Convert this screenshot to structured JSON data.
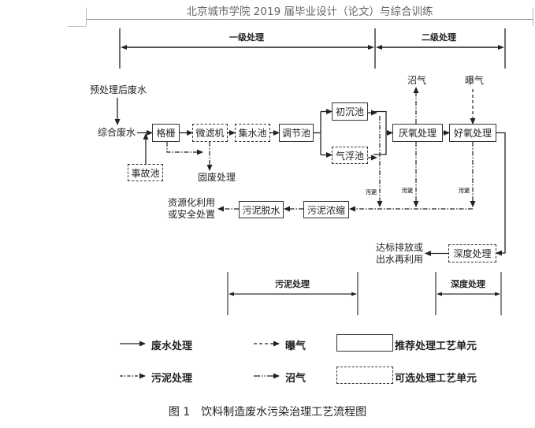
{
  "header": {
    "title": "北京城市学院 2019 届毕业设计（论文）与综合训练"
  },
  "stages": {
    "primary": "一级处理",
    "secondary": "二级处理",
    "sludge": "污泥处理",
    "advanced": "深度处理"
  },
  "labels": {
    "pretreated_wastewater": "预处理后废水",
    "combined_wastewater": "综合废水",
    "solid_waste": "固废处理",
    "biogas": "沼气",
    "aeration": "曝气",
    "sludge_tag": "污泥",
    "reuse_line1": "资源化利用",
    "reuse_line2": "或安全处置",
    "discharge_line1": "达标排放或",
    "discharge_line2": "出水再利用"
  },
  "units": {
    "grille": {
      "label": "格栅",
      "type": "recommended"
    },
    "microfilter": {
      "label": "微滤机",
      "type": "optional"
    },
    "collection_tank": {
      "label": "集水池",
      "type": "optional"
    },
    "equalization_tank": {
      "label": "调节池",
      "type": "recommended"
    },
    "primary_settling": {
      "label": "初沉池",
      "type": "recommended"
    },
    "air_flotation": {
      "label": "气浮池",
      "type": "optional"
    },
    "accident_tank": {
      "label": "事故池",
      "type": "optional"
    },
    "anaerobic": {
      "label": "厌氧处理",
      "type": "recommended"
    },
    "aerobic": {
      "label": "好氧处理",
      "type": "recommended"
    },
    "sludge_thickening": {
      "label": "污泥浓缩",
      "type": "recommended"
    },
    "sludge_dewatering": {
      "label": "污泥脱水",
      "type": "recommended"
    },
    "advanced_treatment": {
      "label": "深度处理",
      "type": "optional"
    }
  },
  "legend": {
    "wastewater": "废水处理",
    "aeration": "曝气",
    "recommended_unit": "推荐处理工艺单元",
    "sludge": "污泥处理",
    "biogas": "沼气",
    "optional_unit": "可选处理工艺单元"
  },
  "caption": "图 1　饮料制造废水污染治理工艺流程图"
}
